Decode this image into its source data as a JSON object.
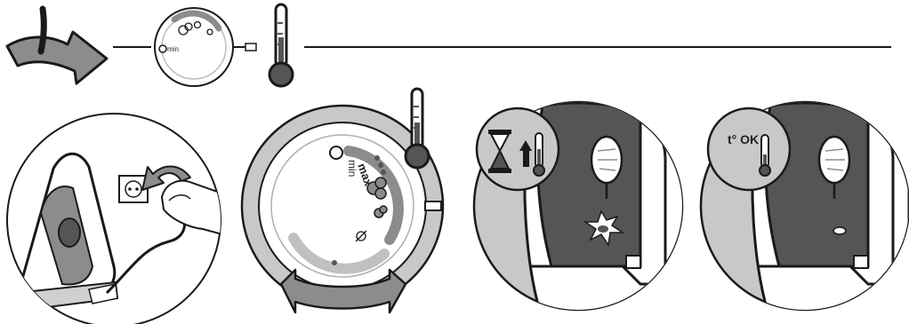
{
  "dial_labels": {
    "min": "min",
    "max": "max"
  },
  "temperature_ok_label": "t° OK",
  "colors": {
    "ink": "#1a1a1a",
    "dark_fill": "#555555",
    "mid_fill": "#8c8c8c",
    "light_fill": "#c8c8c8",
    "background": "#ffffff"
  },
  "steps": [
    {
      "icon": "plug-in-socket"
    },
    {
      "icon": "turn-temperature-dial"
    },
    {
      "icon": "hourglass-heating-indicator-light"
    },
    {
      "icon": "temperature-ok-light-off"
    }
  ]
}
